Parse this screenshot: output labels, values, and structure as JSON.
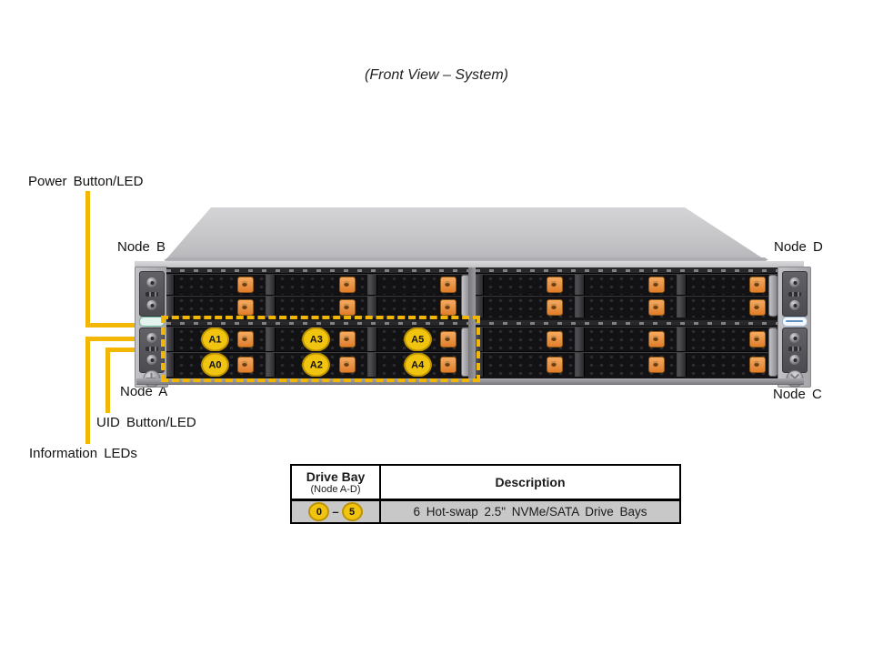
{
  "title": "(Front View – System)",
  "callouts": {
    "power": "Power Button/LED",
    "uid": "UID Button/LED",
    "info": "Information LEDs"
  },
  "nodes": {
    "b": "Node B",
    "d": "Node D",
    "a": "Node A",
    "c": "Node C"
  },
  "drive_bay_labels": {
    "node_a_top_row": [
      "A1",
      "A3",
      "A5"
    ],
    "node_a_bottom_row": [
      "A0",
      "A2",
      "A4"
    ]
  },
  "table": {
    "col1_title": "Drive Bay",
    "col1_subtitle": "(Node A-D)",
    "col2_title": "Description",
    "row": {
      "bay_from": "0",
      "separator": "–",
      "bay_to": "5",
      "description": "6 Hot-swap 2.5\" NVMe/SATA Drive Bays"
    }
  },
  "colors": {
    "callout_yellow": "#F2B705",
    "bay_label_yellow": "#F1C40F",
    "latch_orange": "#E8873B",
    "table_row_bg": "#C8C8C8"
  }
}
